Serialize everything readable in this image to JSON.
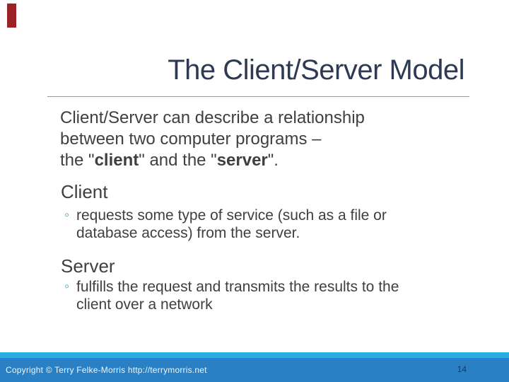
{
  "slide": {
    "title": "The Client/Server Model",
    "theme": {
      "accent_tab_color": "#9B2226",
      "title_color": "#2E3A54",
      "rule_color": "#9A9A9A",
      "body_text_color": "#3F3F3F",
      "bullet_marker_color": "#4BA6C9",
      "footer_strip_color": "#29AEE4",
      "footer_bar_color": "#2A80C4"
    }
  },
  "intro": {
    "line1": "Client/Server can describe a relationship",
    "line2": "between two computer programs –",
    "line3_pre": "the \"",
    "line3_bold1": "client",
    "line3_mid": "\" and the \"",
    "line3_bold2": "server",
    "line3_end": "\"."
  },
  "sections": [
    {
      "heading": "Client",
      "bullet_marker": "◦",
      "bullet_lines": [
        "requests some type of service (such as a file or",
        "database access) from the server."
      ]
    },
    {
      "heading": "Server",
      "bullet_marker": "◦",
      "bullet_lines": [
        "fulfills the request and transmits the results to the",
        "client over a network"
      ]
    }
  ],
  "footer": {
    "copyright": "Copyright © Terry Felke-Morris http://terrymorris.net",
    "page_number": "14"
  }
}
